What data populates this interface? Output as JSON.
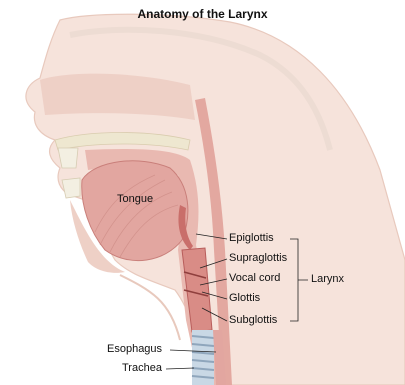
{
  "title": "Anatomy of the Larynx",
  "labels": {
    "tongue": "Tongue",
    "epiglottis": "Epiglottis",
    "supraglottis": "Supraglottis",
    "vocal_cord": "Vocal cord",
    "glottis": "Glottis",
    "subglottis": "Subglottis",
    "larynx": "Larynx",
    "esophagus": "Esophagus",
    "trachea": "Trachea"
  },
  "colors": {
    "skin": "#f6e3db",
    "skin_shade": "#eccbc0",
    "airway": "#e9b9b1",
    "tissue": "#d98c86",
    "tissue_dark": "#b85d5b",
    "tongue": "#e2a6a0",
    "bone": "#eee7d0",
    "cartilage": "#9fb6cc",
    "leader": "#222222"
  }
}
